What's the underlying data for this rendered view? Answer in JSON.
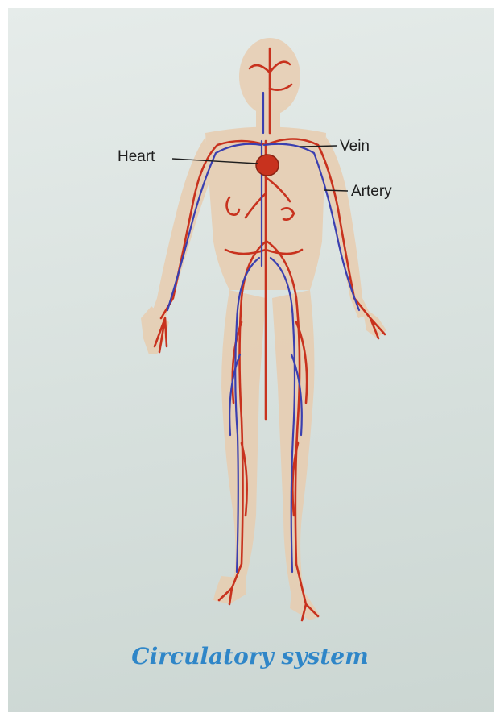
{
  "diagram": {
    "labels": {
      "heart": "Heart",
      "vein": "Vein",
      "artery": "Artery"
    },
    "caption": "Circulatory system"
  },
  "colors": {
    "artery": "#c8321e",
    "vein": "#3a3fb0",
    "skin": "#e8cdb0",
    "caption": "#2f86c8"
  }
}
